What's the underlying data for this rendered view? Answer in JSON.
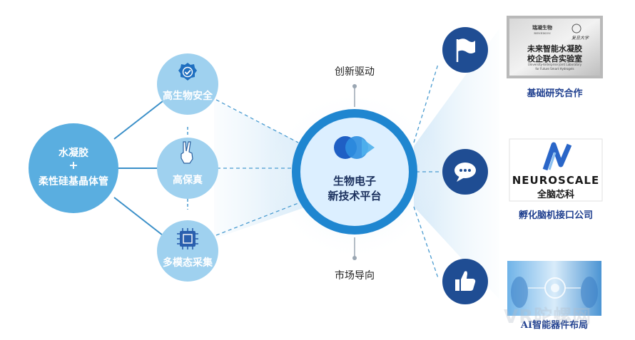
{
  "left": {
    "main_line1": "水凝胶",
    "plus": "+",
    "main_line2": "柔性硅基晶体管"
  },
  "features": [
    {
      "label": "高生物安全",
      "icon": "shield-check-icon"
    },
    {
      "label": "高保真",
      "icon": "peace-hand-icon"
    },
    {
      "label": "多模态采集",
      "icon": "chip-icon"
    }
  ],
  "center": {
    "line1": "生物电子",
    "line2": "新技术平台",
    "top_label": "创新驱动",
    "bottom_label": "市场导向"
  },
  "outputs": [
    {
      "caption": "基础研究合作",
      "icon": "flag-icon",
      "plaque": {
        "logo_left": "瑞凝生物",
        "logo_left_sub": "RENEIKON",
        "logo_right": "复旦大学",
        "title_line1": "未来智能水凝胶",
        "title_line2": "校企联合实验室",
        "en_line1": "University-Enterprise Joint Laboratory",
        "en_line2": "for Future Smart Hydrogels"
      }
    },
    {
      "caption": "孵化脑机接口公司",
      "icon": "chat-bubble-icon",
      "logo": {
        "en": "NEUROSCALE",
        "cn": "全脑芯科"
      }
    },
    {
      "caption": "AI智能器件布局",
      "icon": "thumbs-up-icon"
    }
  ],
  "watermark": "VR陀螺网",
  "colors": {
    "left_circle": "#5aaee0",
    "feature_circle": "#9fd1ef",
    "center_ring": "#1f86d0",
    "center_fill": "#dcefff",
    "icon_circle": "#1f4d93",
    "caption": "#1f3f8f"
  }
}
